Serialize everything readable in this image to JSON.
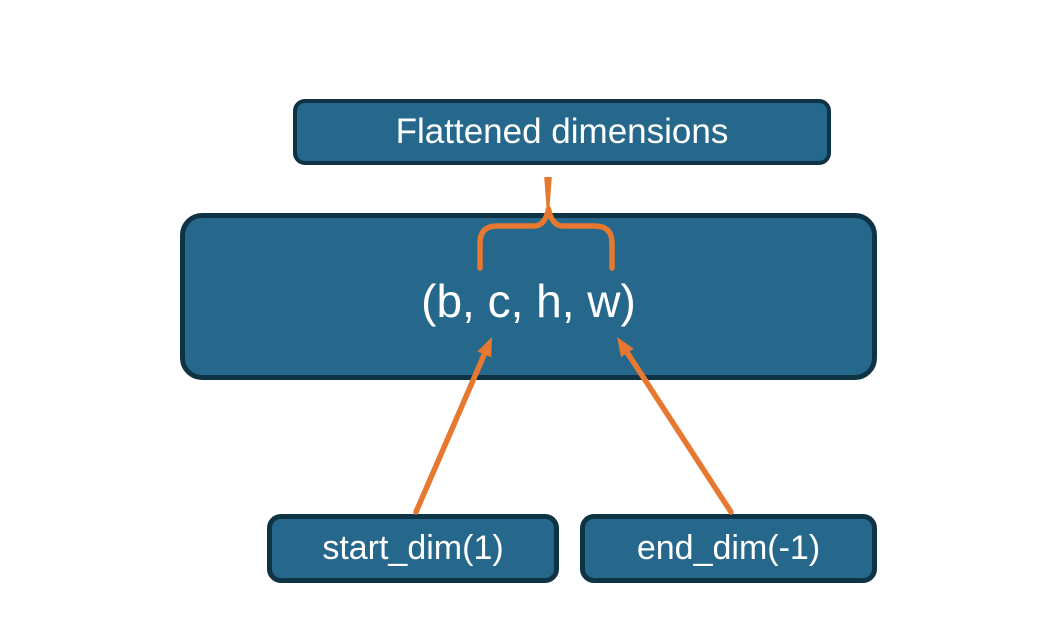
{
  "diagram": {
    "nodes": {
      "flattened": {
        "label": "Flattened dimensions"
      },
      "tensor": {
        "label": "(b, c, h, w)"
      },
      "start_dim": {
        "label": "start_dim(1)"
      },
      "end_dim": {
        "label": "end_dim(-1)"
      }
    },
    "connectors": {
      "brace": "curly brace grouping c and h inside (b, c, h, w), stem joins Flattened dimensions box",
      "arrow_left": "start_dim(1) points to c",
      "arrow_right": "end_dim(-1) points to w"
    },
    "colors": {
      "background": "#FFFFFF",
      "box_fill": "#26688C",
      "box_border": "#0E3344",
      "connector_orange": "#E6792F",
      "text": "#FFFFFF"
    }
  }
}
